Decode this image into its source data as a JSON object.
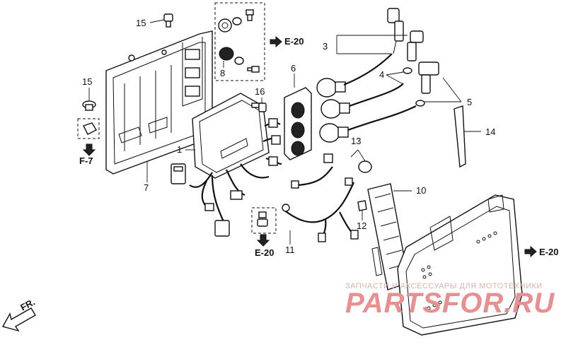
{
  "callouts": {
    "c1": "1",
    "c3": "3",
    "c4": "4",
    "c5": "5",
    "c6": "6",
    "c7": "7",
    "c8": "8",
    "c10": "10",
    "c11": "11",
    "c12": "12",
    "c13": "13",
    "c14": "14",
    "c15a": "15",
    "c15b": "15",
    "c16": "16"
  },
  "references": {
    "e20_top": "E-20",
    "e20_right": "E-20",
    "e20_bottom": "E-20",
    "f7": "F-7",
    "fr": "FR."
  },
  "watermark": {
    "tagline": "ЗАПЧАСТИ И АКСЕССУАРЫ ДЛЯ МОТОТЕХНИКИ",
    "brand": "PARTSFOR.RU"
  }
}
